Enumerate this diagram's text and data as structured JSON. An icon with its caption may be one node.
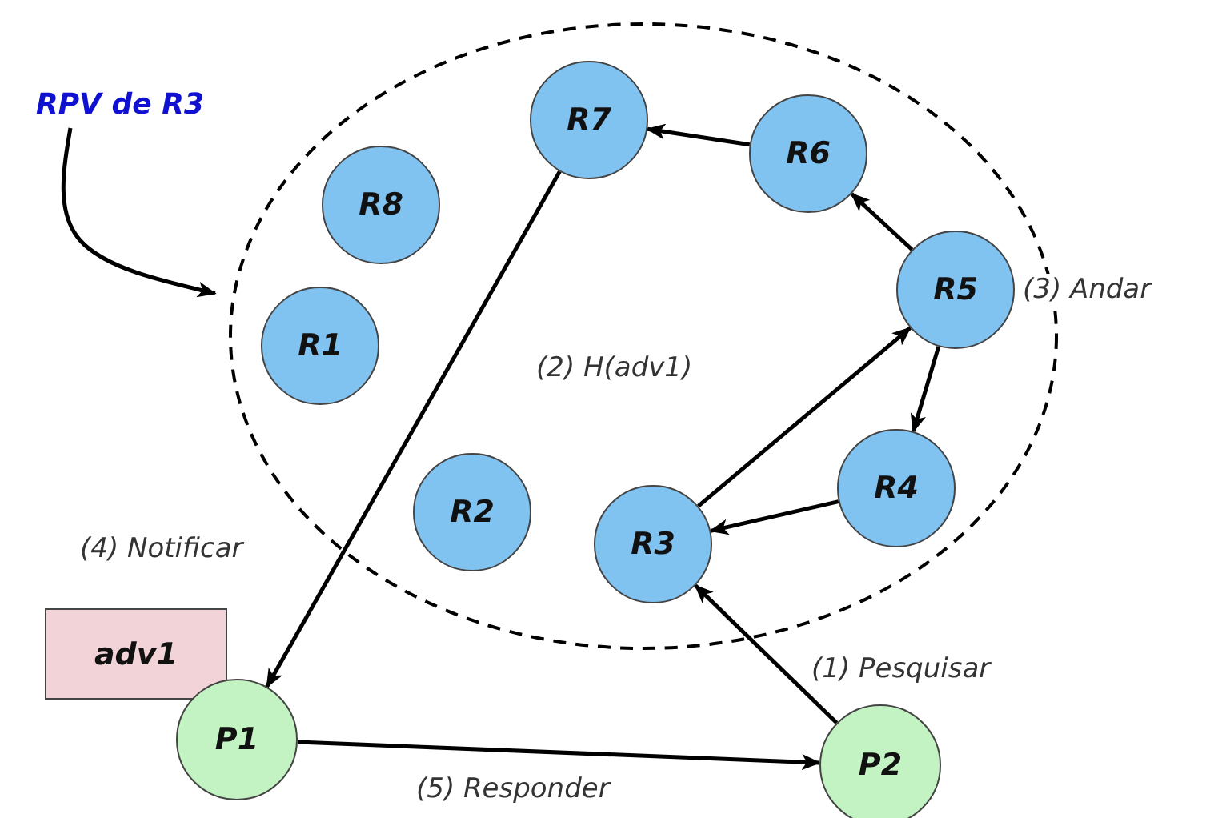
{
  "diagram": {
    "nodes": [
      {
        "text": [
          "RPV de R3"
        ]
      },
      {
        "text": [],
        "shape": "ellipse"
      },
      {
        "text": [
          "R7"
        ],
        "in": 1
      },
      {
        "text": [
          "R6"
        ],
        "in": 1
      },
      {
        "text": [
          "R8"
        ],
        "in": 1
      },
      {
        "text": [
          "R5"
        ],
        "in": 1,
        "beside": [
          "(3) Andar"
        ]
      },
      {
        "text": [
          "R1"
        ],
        "in": 1
      },
      {
        "text": [
          "R4"
        ],
        "in": 1
      },
      {
        "text": [
          "R2"
        ],
        "in": 1
      },
      {
        "text": [
          "R3"
        ],
        "in": 1
      },
      {
        "text": [
          "adv1"
        ]
      },
      {
        "text": [
          "P1"
        ]
      },
      {
        "text": [
          "P2"
        ]
      }
    ],
    "edges": [
      {
        "from": 0,
        "to": 1,
        "arrow": "to"
      },
      {
        "from": 12,
        "to": 9,
        "arrow": "to",
        "label": "(1) Pesquisar"
      },
      {
        "from": 9,
        "to": 5,
        "arrow": "to",
        "label": "(2) H(adv1)"
      },
      {
        "from": 5,
        "to": 3,
        "arrow": "to"
      },
      {
        "from": 5,
        "to": 7,
        "arrow": "to"
      },
      {
        "from": 3,
        "to": 2,
        "arrow": "to"
      },
      {
        "from": 7,
        "to": 9,
        "arrow": "to"
      },
      {
        "from": 2,
        "to": 11,
        "arrow": "to",
        "label": "(4) Notificar"
      },
      {
        "from": 11,
        "to": 12,
        "arrow": "to",
        "label": "(5) Responder"
      }
    ]
  }
}
